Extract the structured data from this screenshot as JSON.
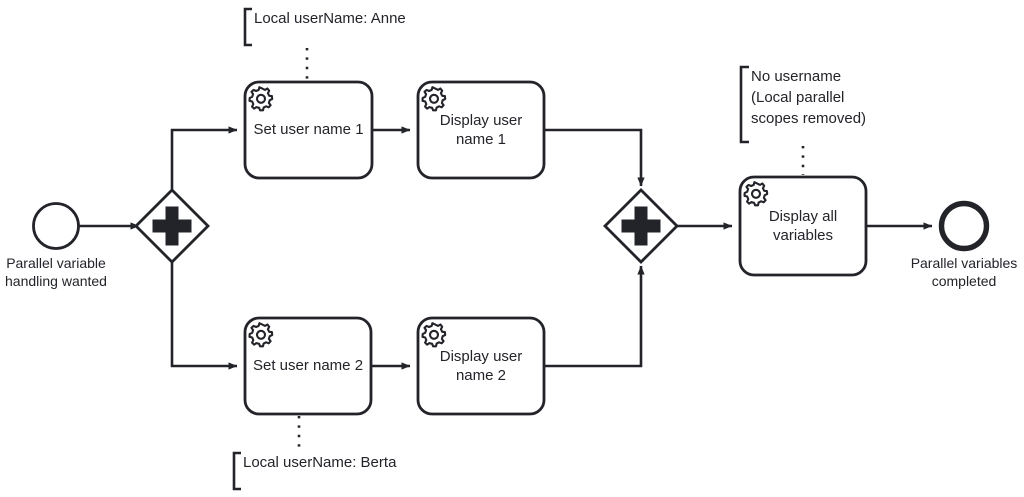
{
  "diagram": {
    "type": "bpmn-process",
    "colors": {
      "stroke": "#23242a",
      "fill": "#ffffff",
      "text": "#23242a"
    },
    "start_event": {
      "name": "start-event",
      "label": "Parallel variable\nhandling wanted"
    },
    "end_event": {
      "name": "end-event",
      "label": "Parallel variables\ncompleted"
    },
    "gateways": [
      {
        "name": "parallel-gateway-split",
        "symbol": "plus",
        "label": ""
      },
      {
        "name": "parallel-gateway-join",
        "symbol": "plus",
        "label": ""
      }
    ],
    "tasks": [
      {
        "id": "set-user-name-1",
        "label": "Set user name 1",
        "icon": "gear-icon"
      },
      {
        "id": "display-user-name-1",
        "label": "Display user\nname 1",
        "icon": "gear-icon"
      },
      {
        "id": "set-user-name-2",
        "label": "Set user name 2",
        "icon": "gear-icon"
      },
      {
        "id": "display-user-name-2",
        "label": "Display user\nname 2",
        "icon": "gear-icon"
      },
      {
        "id": "display-all-variables",
        "label": "Display all\nvariables",
        "icon": "gear-icon"
      }
    ],
    "annotations": [
      {
        "id": "annotation-anne",
        "text": "Local userName: Anne"
      },
      {
        "id": "annotation-berta",
        "text": "Local userName: Berta"
      },
      {
        "id": "annotation-no-username",
        "text": "No username\n(Local parallel\nscopes removed)"
      }
    ]
  }
}
